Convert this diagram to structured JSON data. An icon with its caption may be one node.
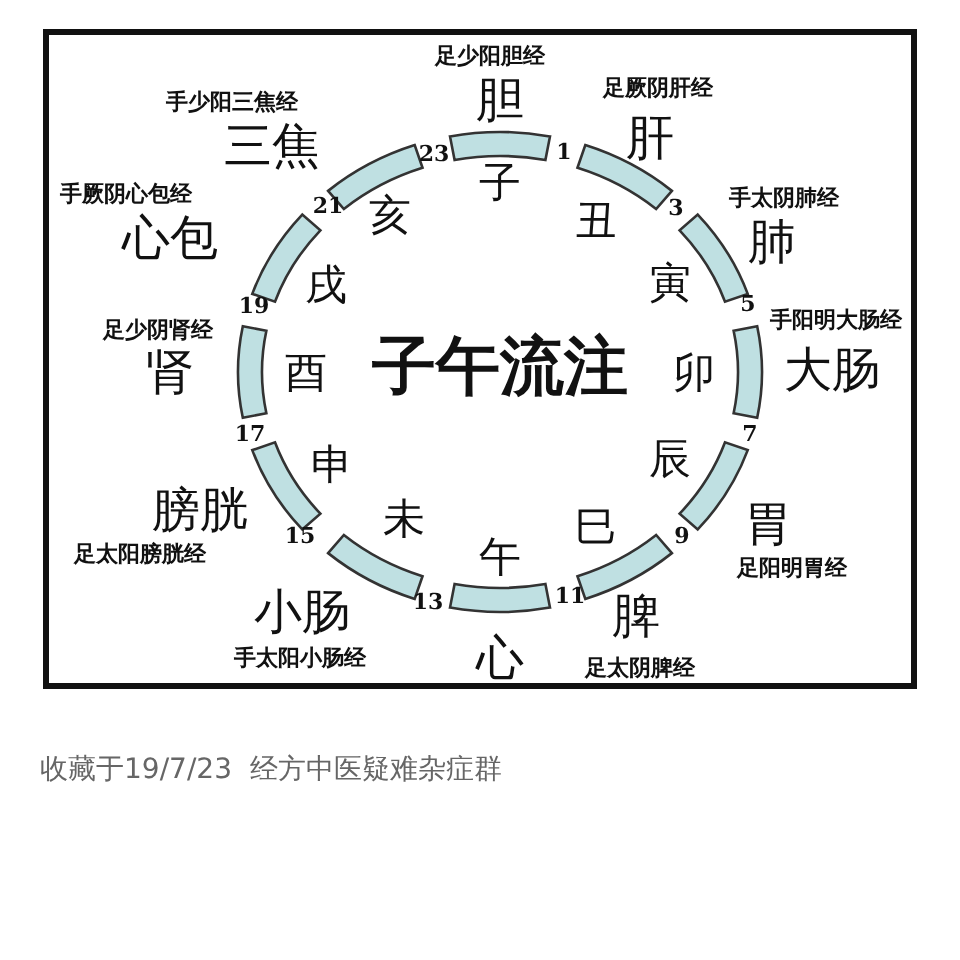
{
  "diagram": {
    "title": "子午流注",
    "caption": "收藏于19/7/23  经方中医疑难杂症群",
    "labels": [
      "足少阳胆经",
      "胆",
      "子",
      "足厥阴肝经",
      "肝",
      "丑",
      "手太阴肺经",
      "肺",
      "寅",
      "手阳明大肠经",
      "大肠",
      "卯",
      "胃",
      "足阳明胃经",
      "辰",
      "脾",
      "足太阴脾经",
      "巳",
      "心",
      "午",
      "小肠",
      "手太阳小肠经",
      "未",
      "膀胱",
      "足太阳膀胱经",
      "申",
      "足少阴肾经",
      "肾",
      "酉",
      "心包",
      "手厥阴心包经",
      "戌",
      "三焦",
      "手少阳三焦经",
      "亥",
      "1",
      "3",
      "5",
      "7",
      "9",
      "11",
      "13",
      "15",
      "17",
      "19",
      "21",
      "23"
    ]
  }
}
